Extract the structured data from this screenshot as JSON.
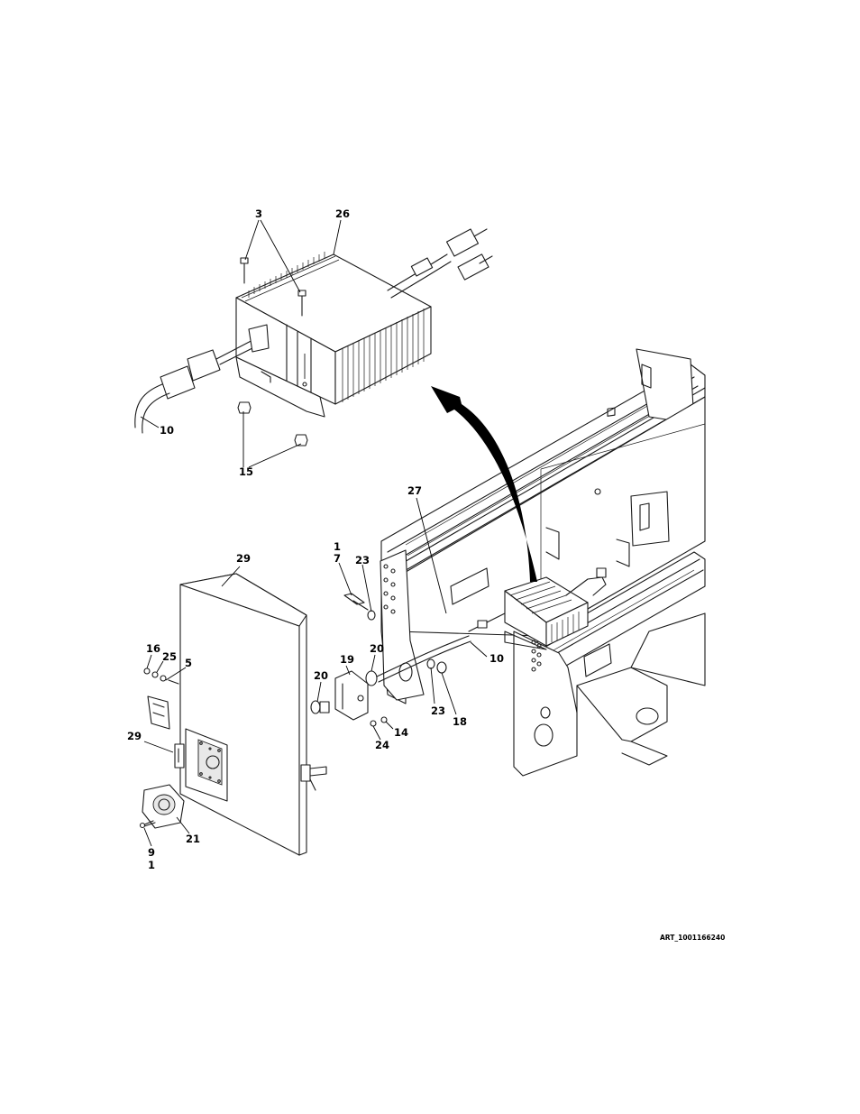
{
  "figure": {
    "art_id": "ART_1001166240",
    "callouts": [
      {
        "key": "c3",
        "label": "3"
      },
      {
        "key": "c26",
        "label": "26"
      },
      {
        "key": "c10a",
        "label": "10"
      },
      {
        "key": "c15",
        "label": "15"
      },
      {
        "key": "c27",
        "label": "27"
      },
      {
        "key": "c1a",
        "label": "1"
      },
      {
        "key": "c7",
        "label": "7"
      },
      {
        "key": "c23a",
        "label": "23"
      },
      {
        "key": "c29a",
        "label": "29"
      },
      {
        "key": "c16",
        "label": "16"
      },
      {
        "key": "c25",
        "label": "25"
      },
      {
        "key": "c5",
        "label": "5"
      },
      {
        "key": "c19",
        "label": "19"
      },
      {
        "key": "c20a",
        "label": "20"
      },
      {
        "key": "c20b",
        "label": "20"
      },
      {
        "key": "c10b",
        "label": "10"
      },
      {
        "key": "c23b",
        "label": "23"
      },
      {
        "key": "c18",
        "label": "18"
      },
      {
        "key": "c14",
        "label": "14"
      },
      {
        "key": "c24",
        "label": "24"
      },
      {
        "key": "c29b",
        "label": "29"
      },
      {
        "key": "c21",
        "label": "21"
      },
      {
        "key": "c9",
        "label": "9"
      },
      {
        "key": "c1b",
        "label": "1"
      }
    ]
  }
}
